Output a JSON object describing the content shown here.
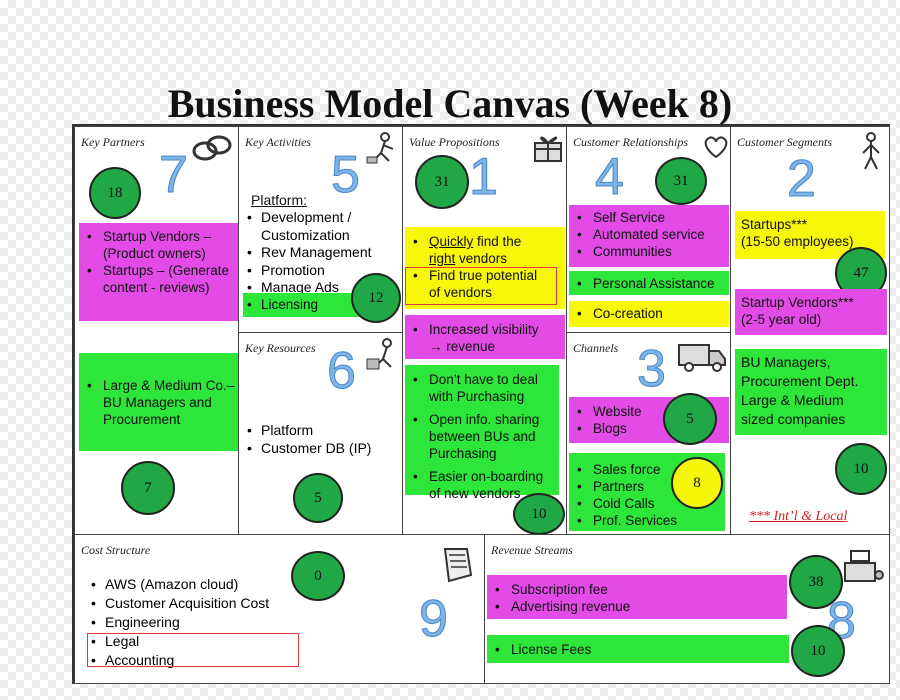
{
  "title": "Business Model Canvas (Week 8)",
  "key_partners": {
    "label": "Key Partners",
    "number": "7",
    "badge_top": "18",
    "badge_bottom": "7",
    "box1": [
      "Startup Vendors – (Product owners)",
      "Startups – (Generate content - reviews)"
    ],
    "box2": [
      "Large & Medium Co.– BU Managers and Procurement"
    ]
  },
  "key_activities": {
    "label": "Key Activities",
    "number": "5",
    "heading": "Platform:",
    "items": [
      "Development / Customization",
      "Rev Management",
      "Promotion",
      "Manage Ads"
    ],
    "highlight": "Licensing",
    "badge": "12"
  },
  "key_resources": {
    "label": "Key Resources",
    "number": "6",
    "items": [
      "Platform",
      "Customer DB (IP)"
    ],
    "badge": "5"
  },
  "value_propositions": {
    "label": "Value Propositions",
    "number": "1",
    "badge_top": "31",
    "badge_bottom": "10",
    "yellow_item1_underlined_a": "Quickly",
    "yellow_item1_rest_a": " find the",
    "yellow_item1_underlined_b": "right",
    "yellow_item1_rest_b": " vendors",
    "yellow_item2": "Find true potential of vendors",
    "magenta_item": "Increased visibility → revenue",
    "green_items": [
      "Don’t have to deal with Purchasing",
      "Open info. sharing between BUs and Purchasing",
      "Easier on-boarding of new vendors"
    ]
  },
  "customer_relationships": {
    "label": "Customer Relationships",
    "number": "4",
    "badge": "31",
    "magenta_items": [
      "Self Service",
      "Automated service",
      "Communities"
    ],
    "green_item": "Personal Assistance",
    "yellow_item": "Co-creation"
  },
  "channels": {
    "label": "Channels",
    "number": "3",
    "magenta_items": [
      "Website",
      "Blogs"
    ],
    "green_items": [
      "Sales force",
      "Partners",
      "Cold Calls",
      "Prof. Services"
    ],
    "badge_green": "5",
    "badge_yellow": "8"
  },
  "customer_segments": {
    "label": "Customer Segments",
    "number": "2",
    "yellow_text": [
      "Startups***",
      "(15-50 employees)"
    ],
    "badge_mid": "47",
    "magenta_text": [
      "Startup Vendors***",
      "(2-5 year old)"
    ],
    "green_text": [
      "BU Managers,",
      "Procurement Dept.",
      "Large & Medium",
      "sized companies"
    ],
    "badge_bottom": "10",
    "note": "*** Int’l & Local"
  },
  "cost_structure": {
    "label": "Cost Structure",
    "number": "9",
    "badge": "0",
    "items": [
      "AWS (Amazon cloud)",
      "Customer Acquisition Cost",
      "Engineering",
      "Legal",
      "Accounting"
    ]
  },
  "revenue_streams": {
    "label": "Revenue Streams",
    "number": "8",
    "magenta_items": [
      "Subscription fee",
      "Advertising revenue"
    ],
    "green_item": "License Fees",
    "badge_top": "38",
    "badge_bottom": "10"
  },
  "colors": {
    "magenta": "#e34be6",
    "green": "#2ee63a",
    "yellow": "#f7f70c",
    "badge_green": "#1fa845",
    "number_blue": "#7cb5e6",
    "note_red": "#d02020"
  }
}
